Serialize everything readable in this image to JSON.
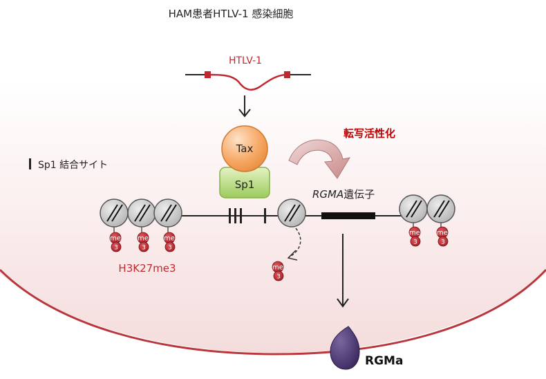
{
  "title": "HAM患者HTLV-1 感染細胞",
  "virus_label": "HTLV-1",
  "tax_label": "Tax",
  "sp1_label": "Sp1",
  "transcription_label": "転写活性化",
  "sp1_site_label": "Sp1 結合サイト",
  "gene_label_italic": "RGMA",
  "gene_label_suffix": "遺伝子",
  "histone_mark_label": "H3K27me3",
  "me_label": "me",
  "me_number": "3",
  "protein_label": "RGMa",
  "colors": {
    "red_accent": "#c0282f",
    "dark_red_text": "#c00000",
    "tax_fill": "#f5a060",
    "sp1_fill": "#bfe08a",
    "nucleosome": "#c8c8c8",
    "protein": "#4b3770",
    "cell_membrane": "#b8363c"
  }
}
